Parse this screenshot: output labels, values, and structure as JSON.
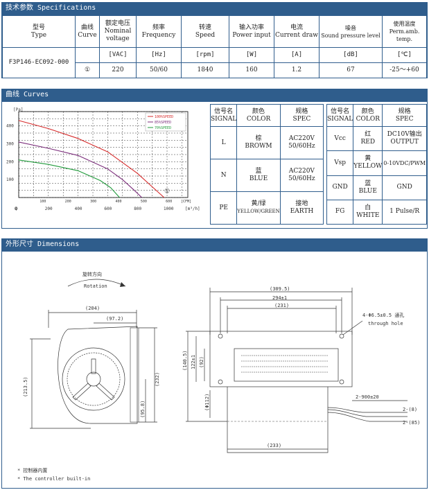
{
  "sections": {
    "specs_title": "技术参数 Specifications",
    "curves_title": "曲线 Curves",
    "dims_title": "外形尺寸 Dimensions"
  },
  "spec_table": {
    "headers": [
      {
        "zh": "型号",
        "en": "Type"
      },
      {
        "zh": "曲线",
        "en": "Curve"
      },
      {
        "zh": "额定电压",
        "en": "Nominal voltage"
      },
      {
        "zh": "频率",
        "en": "Frequency"
      },
      {
        "zh": "转速",
        "en": "Speed"
      },
      {
        "zh": "输入功率",
        "en": "Power input"
      },
      {
        "zh": "电流",
        "en": "Current draw"
      },
      {
        "zh": "噪音",
        "en": "Sound pressure level"
      },
      {
        "zh": "使用温度",
        "en": "Perm.amb. temp."
      }
    ],
    "units": [
      "",
      "",
      "[VAC]",
      "[Hz]",
      "[rpm]",
      "[W]",
      "[A]",
      "[dB]",
      "[℃]"
    ],
    "row": [
      "F3P146-EC092-000",
      "①",
      "220",
      "50/60",
      "1840",
      "160",
      "1.2",
      "67",
      "-25～+60"
    ]
  },
  "chart_data": {
    "type": "line",
    "ylabel": "[Pa]",
    "y_ticks": [
      "400",
      "300",
      "200",
      "100"
    ],
    "x_ticks_cfm": [
      "100",
      "200",
      "300",
      "400",
      "500",
      "600"
    ],
    "x_unit_cfm": "[CFM]",
    "xlabel_left": "Q",
    "x_ticks": [
      "0",
      "200",
      "400",
      "600",
      "800",
      "1000"
    ],
    "xlabel": "[m³/h]",
    "curve_marker": "①",
    "xlim": [
      0,
      1140
    ],
    "ylim": [
      0,
      480
    ],
    "series": [
      {
        "name": "100%SPEED",
        "color": "#d62a2a",
        "x": [
          0,
          200,
          400,
          600,
          800,
          900,
          980
        ],
        "y": [
          430,
          385,
          330,
          255,
          135,
          60,
          0
        ]
      },
      {
        "name": "85%SPEED",
        "color": "#7b2d7b",
        "x": [
          0,
          200,
          400,
          600,
          700,
          780,
          830
        ],
        "y": [
          310,
          275,
          235,
          160,
          100,
          40,
          0
        ]
      },
      {
        "name": "70%SPEED",
        "color": "#1f9a3a",
        "x": [
          0,
          200,
          400,
          550,
          620,
          680
        ],
        "y": [
          210,
          185,
          150,
          95,
          55,
          0
        ]
      }
    ]
  },
  "signal_table_1": {
    "headers": [
      [
        "信号名",
        "SIGNAL"
      ],
      [
        "颜色",
        "COLOR"
      ],
      [
        "规格",
        "SPEC"
      ]
    ],
    "rows": [
      [
        "L",
        "棕",
        "BROWM",
        "AC220V",
        "50/60Hz"
      ],
      [
        "N",
        "蓝",
        "BLUE",
        "AC220V",
        "50/60Hz"
      ],
      [
        "PE",
        "黄/绿",
        "YELLOW/GREEN",
        "接地",
        "EARTH"
      ]
    ]
  },
  "signal_table_2": {
    "headers": [
      [
        "信号名",
        "SIGNAL"
      ],
      [
        "颜色",
        "COLOR"
      ],
      [
        "规格",
        "SPEC"
      ]
    ],
    "rows": [
      [
        "Vcc",
        "红",
        "RED",
        "DC10V输出",
        "OUTPUT"
      ],
      [
        "Vsp",
        "黄",
        "YELLOW",
        "0-10VDC/PWM",
        ""
      ],
      [
        "GND",
        "蓝",
        "BLUE",
        "GND",
        ""
      ],
      [
        "FG",
        "白",
        "WHITE",
        "1 Pulse/R",
        ""
      ]
    ]
  },
  "dimensions": {
    "rotation_zh": "旋转方向",
    "rotation_en": "Rotation",
    "d204": "(204)",
    "d97": "(97.2)",
    "d213": "(213.5)",
    "d232": "(232)",
    "d95": "(95.8)",
    "d309": "(309.5)",
    "d294": "294±1",
    "d231": "(231)",
    "d140": "(140.5)",
    "d122": "122±1",
    "d92": "(92)",
    "d112": "(Φ112)",
    "d233": "(233)",
    "hole_zh": "4-Φ6.5±0.5 通孔",
    "hole_en": "through hole",
    "cable": "2-900±20",
    "c8": "2-(8)",
    "c85": "2-(85)",
    "note_zh": "* 控制器内置",
    "note_en": "* The controller built-in"
  }
}
